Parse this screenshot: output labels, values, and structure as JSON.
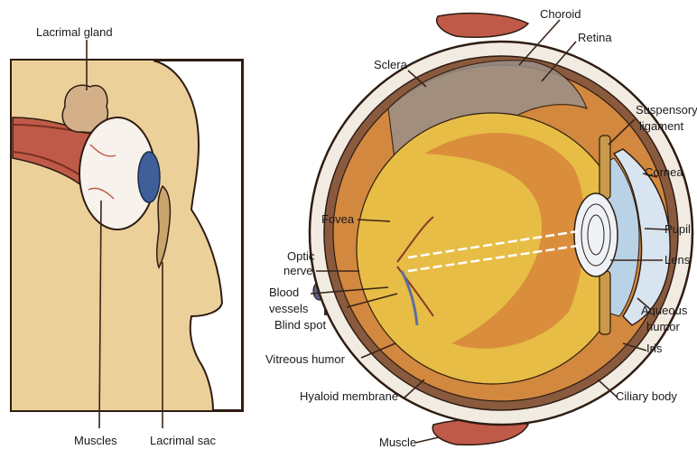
{
  "side_view": {
    "labels": {
      "lacrimal_gland": "Lacrimal gland",
      "muscles": "Muscles",
      "lacrimal_sac": "Lacrimal sac"
    }
  },
  "cross_section": {
    "labels": {
      "choroid": "Choroid",
      "retina": "Retina",
      "sclera": "Sclera",
      "suspensory_ligament_line1": "Suspensory",
      "suspensory_ligament_line2": "ligament",
      "cornea": "Cornea",
      "fovea": "Fovea",
      "pupil": "Pupil",
      "optic_nerve_line1": "Optic",
      "optic_nerve_line2": "nerve",
      "lens": "Lens",
      "blood_vessels_line1": "Blood",
      "blood_vessels_line2": "vessels",
      "blind_spot": "Blind spot",
      "aqueous_humor_line1": "Aqueous",
      "aqueous_humor_line2": "humor",
      "iris": "Iris",
      "vitreous_humor": "Vitreous humor",
      "hyaloid_membrane": "Hyaloid membrane",
      "ciliary_body": "Ciliary body",
      "muscle": "Muscle"
    }
  },
  "colors": {
    "skin": "#ecd09a",
    "eyeball_white": "#f7f2ec",
    "iris_blue": "#3f5f9a",
    "muscle_red": "#c05a48",
    "interior_yellow": "#e7bd45",
    "retina_orange": "#d2883e",
    "outline": "#2e1c12"
  }
}
